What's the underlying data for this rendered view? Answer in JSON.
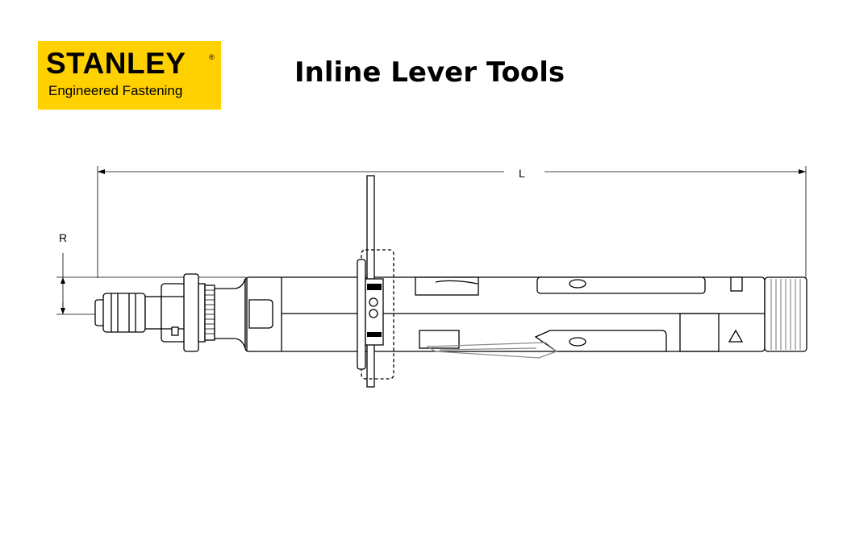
{
  "logo": {
    "brand": "STANLEY",
    "registered": "®",
    "tagline": "Engineered Fastening",
    "background_color": "#ffd100"
  },
  "title": "Inline Lever Tools",
  "dimensions": {
    "length_label": "L",
    "radius_label": "R"
  },
  "colors": {
    "line": "#000000",
    "accent_gray": "#8a8a8a"
  }
}
